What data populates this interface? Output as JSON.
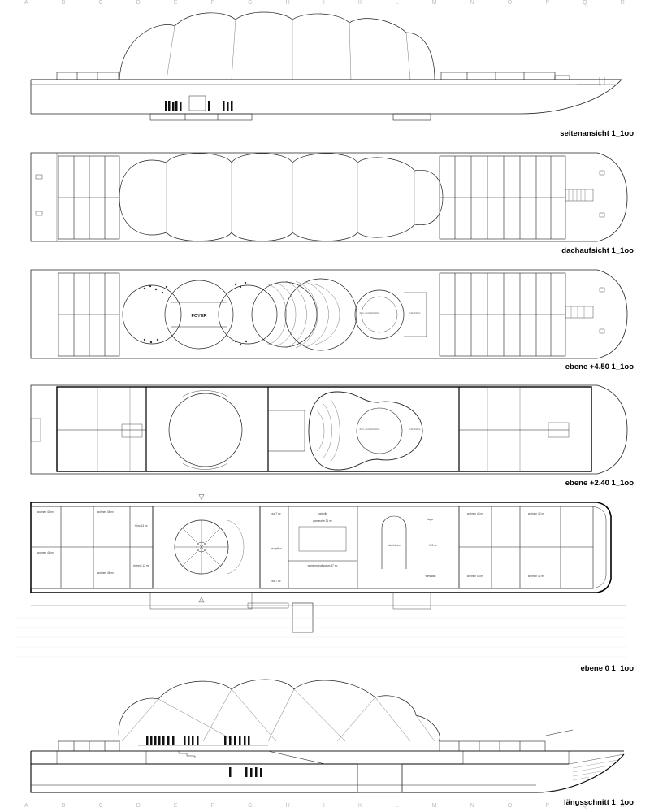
{
  "grid_letters": [
    "A",
    "B",
    "C",
    "D",
    "E",
    "F",
    "G",
    "H",
    "I",
    "K",
    "L",
    "M",
    "N",
    "O",
    "P",
    "Q",
    "R"
  ],
  "captions": {
    "elevation": "seitenansicht  1_1oo",
    "roof": "dachaufsicht  1_1oo",
    "level_450": "ebene +4.50  1_1oo",
    "level_240": "ebene +2.40  1_1oo",
    "level_0": "ebene 0  1_1oo",
    "section": "längsschnitt  1_1oo"
  },
  "plan_labels": {
    "foyer": "FOYER",
    "stage_a": "dreh- und hebebühne",
    "stage_b": "hebebühne",
    "stage_c": "dreh- und hebebühne",
    "stage_d": "hebebühne",
    "wohnen_1": "wohnen 41 m²",
    "wohnen_2": "wohnen 48 m²",
    "wohnen_3": "wohnen 41 m²",
    "wohnen_4": "wohnen 48 m²",
    "buero": "büro 13 m²",
    "technik": "technik 12 m²",
    "garderobe": "garderobe 31 m²",
    "gemeinschaft": "gemeinschaftsraum 37 m²",
    "wc_1": "wc 7 m²",
    "wc_2": "wc 7 m²",
    "rezeption": "rezeption",
    "lager": "lager",
    "stage_0": "hebebühne",
    "area_113": "113 m²",
    "werkstatt": "werkstatt",
    "wohnen_5": "wohnen 48 m²",
    "wohnen_6": "wohnen 42 m²",
    "wohnen_7": "wohnen 48 m²",
    "wohnen_8": "wohnen 42 m²",
    "kontrolle": "kontrolle"
  }
}
